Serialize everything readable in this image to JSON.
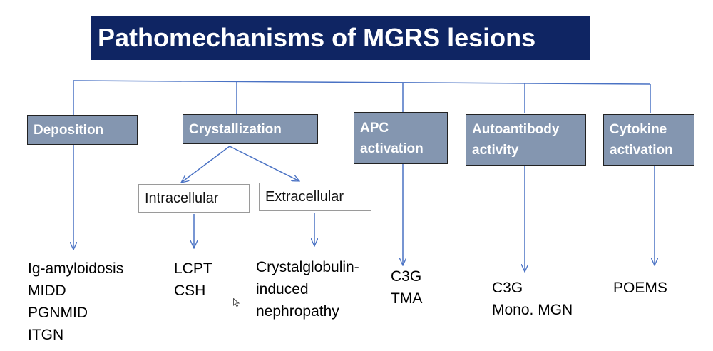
{
  "diagram": {
    "title": "Pathomechanisms of MGRS lesions",
    "colors": {
      "title_bg": "#0f2563",
      "category_fill": "#8496b0",
      "connector": "#4a72c4"
    },
    "categories": [
      {
        "id": "deposition",
        "label": "Deposition",
        "lesions": [
          "Ig-amyloidosis",
          "MIDD",
          "PGNMID",
          "ITGN"
        ]
      },
      {
        "id": "crystallization",
        "label": "Crystallization",
        "children": [
          {
            "id": "intracellular",
            "label": "Intracellular",
            "lesions": [
              "LCPT",
              "CSH"
            ]
          },
          {
            "id": "extracellular",
            "label": "Extracellular",
            "lesions": [
              "Crystalglobulin-",
              "induced",
              "nephropathy"
            ]
          }
        ]
      },
      {
        "id": "apc-activation",
        "label": "APC activation",
        "lesions": [
          "C3G",
          "TMA"
        ]
      },
      {
        "id": "autoantibody-activity",
        "label": "Autoantibody activity",
        "lesions": [
          "C3G",
          "Mono. MGN"
        ]
      },
      {
        "id": "cytokine-activation",
        "label": "Cytokine activation",
        "lesions": [
          "POEMS"
        ]
      }
    ]
  }
}
